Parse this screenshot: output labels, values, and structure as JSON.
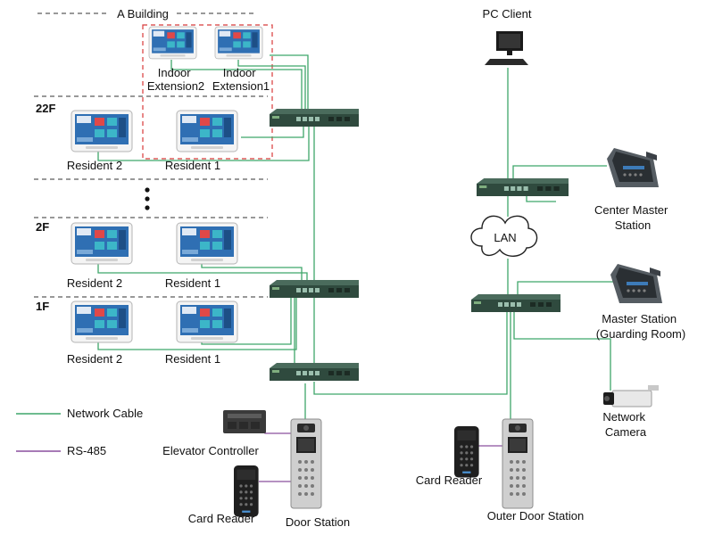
{
  "building": {
    "title": "A Building"
  },
  "floors": {
    "f22": "22F",
    "f2": "2F",
    "f1": "1F"
  },
  "labels": {
    "indoor_extension2": [
      "Indoor",
      "Extension2"
    ],
    "indoor_extension1": [
      "Indoor",
      "Extension1"
    ],
    "resident_22f_2": "Resident 2",
    "resident_22f_1": "Resident 1",
    "resident_2f_2": "Resident 2",
    "resident_2f_1": "Resident 1",
    "resident_1f_2": "Resident 2",
    "resident_1f_1": "Resident 1",
    "pc_client": "PC Client",
    "center_master_station": [
      "Center Master",
      "Station"
    ],
    "lan": "LAN",
    "master_station": [
      "Master Station",
      "(Guarding Room)"
    ],
    "network_camera": [
      "Network",
      "Camera"
    ],
    "elevator_controller": "Elevator Controller",
    "card_reader_left": "Card Reader",
    "door_station": "Door Station",
    "card_reader_right": "Card Reader",
    "outer_door_station": "Outer Door Station"
  },
  "legend": {
    "network_cable": "Network Cable",
    "rs485": "RS-485"
  },
  "colors": {
    "network_cable": "#3fa66a",
    "rs485": "#8a4f9e",
    "building_box": "#d83a3a",
    "switch": "#2f4a3e"
  }
}
